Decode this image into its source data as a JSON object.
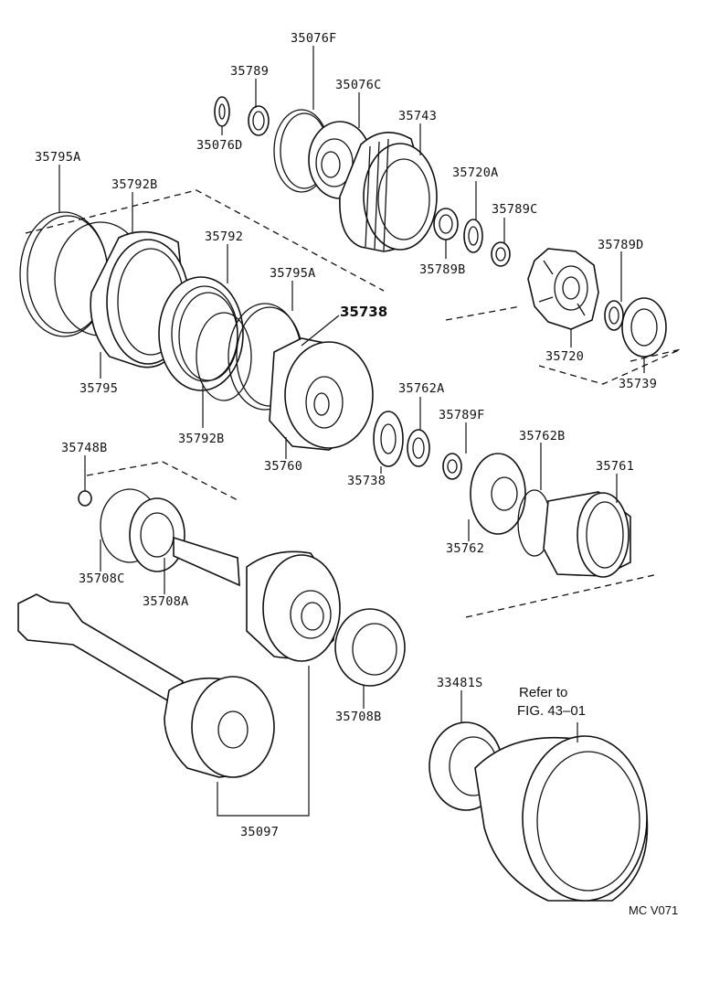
{
  "labels": [
    {
      "id": "35076F",
      "text": "35076F"
    },
    {
      "id": "35789",
      "text": "35789"
    },
    {
      "id": "35076C",
      "text": "35076C"
    },
    {
      "id": "35743",
      "text": "35743"
    },
    {
      "id": "35076D",
      "text": "35076D"
    },
    {
      "id": "35795A_top",
      "text": "35795A"
    },
    {
      "id": "35792B_top",
      "text": "35792B"
    },
    {
      "id": "35720A",
      "text": "35720A"
    },
    {
      "id": "35789C",
      "text": "35789C"
    },
    {
      "id": "35792",
      "text": "35792"
    },
    {
      "id": "35789B",
      "text": "35789B"
    },
    {
      "id": "35789D",
      "text": "35789D"
    },
    {
      "id": "35795A_mid",
      "text": "35795A"
    },
    {
      "id": "35738_bold",
      "text": "35738"
    },
    {
      "id": "35720",
      "text": "35720"
    },
    {
      "id": "35739",
      "text": "35739"
    },
    {
      "id": "35795",
      "text": "35795"
    },
    {
      "id": "35762A",
      "text": "35762A"
    },
    {
      "id": "35792B_bot",
      "text": "35792B"
    },
    {
      "id": "35789F",
      "text": "35789F"
    },
    {
      "id": "35762B",
      "text": "35762B"
    },
    {
      "id": "35748B",
      "text": "35748B"
    },
    {
      "id": "35760",
      "text": "35760"
    },
    {
      "id": "35738",
      "text": "35738"
    },
    {
      "id": "35761",
      "text": "35761"
    },
    {
      "id": "35762",
      "text": "35762"
    },
    {
      "id": "35708C",
      "text": "35708C"
    },
    {
      "id": "35708A",
      "text": "35708A"
    },
    {
      "id": "33481S",
      "text": "33481S"
    },
    {
      "id": "35708B",
      "text": "35708B"
    },
    {
      "id": "35097",
      "text": "35097"
    }
  ],
  "refer_note": {
    "line1": "Refer to",
    "line2": "FIG. 43–01"
  },
  "figure_code": "MC V071"
}
